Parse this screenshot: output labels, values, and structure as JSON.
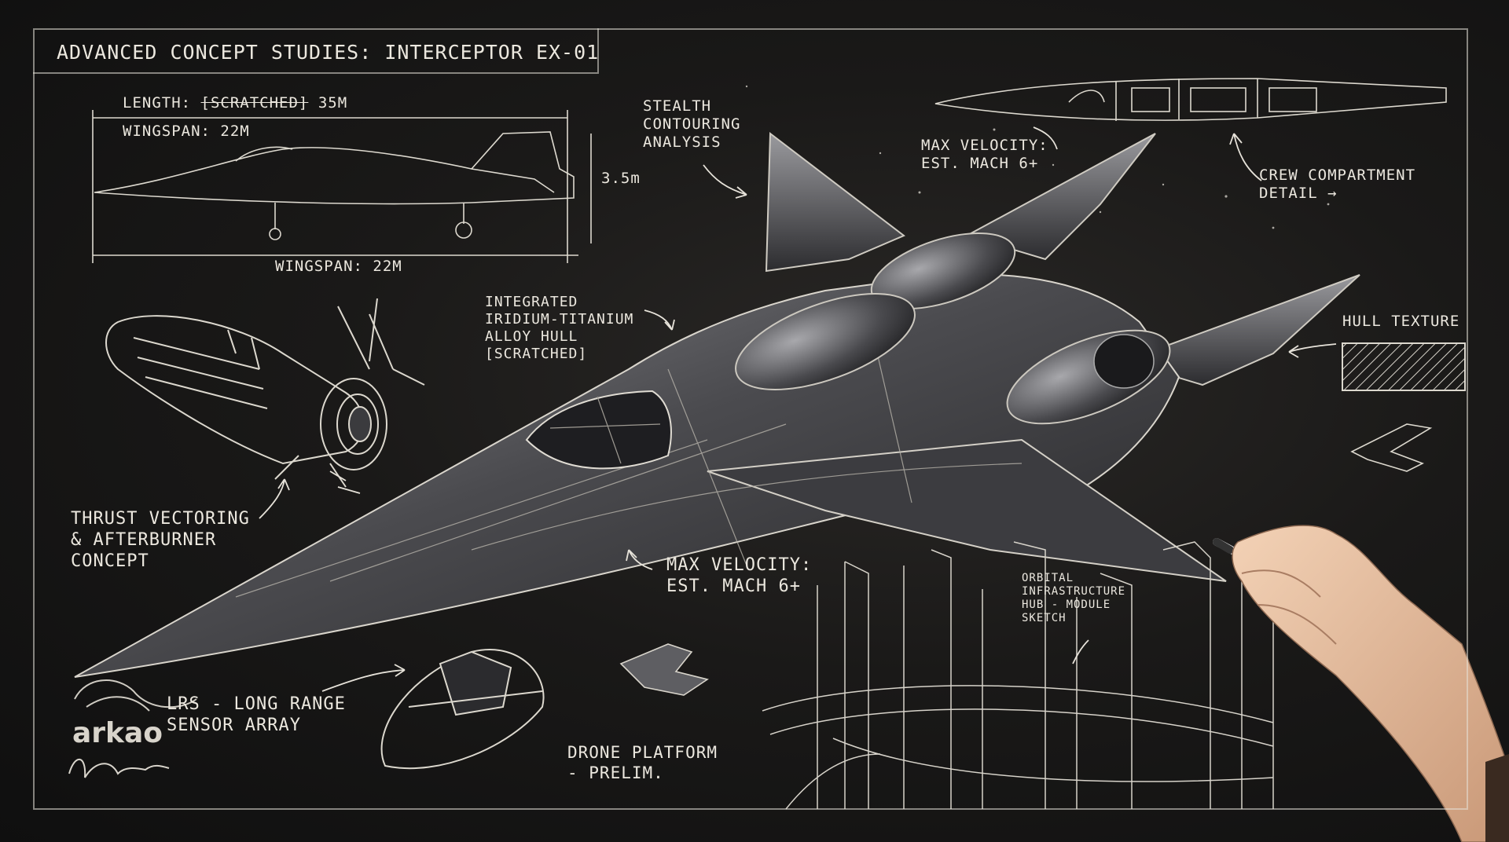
{
  "title": "ADVANCED CONCEPT STUDIES: INTERCEPTOR EX-01",
  "specs": {
    "length_label": "LENGTH:",
    "length_scratched": "[SCRATCHED]",
    "length_value": "35m",
    "wingspan_top": "WINGSPAN: 22m",
    "height": "3.5m",
    "wingspan_bottom": "WINGSPAN: 22m"
  },
  "annotations": {
    "stealth": [
      "STEALTH",
      "CONTOURING",
      "ANALYSIS"
    ],
    "max_velocity_top": [
      "MAX VELOCITY:",
      "EST. MACH 6+"
    ],
    "crew": [
      "CREW COMPARTMENT",
      "DETAIL →"
    ],
    "hull_alloy": [
      "INTEGRATED",
      "IRIDIUM-TITANIUM",
      "ALLOY HULL",
      "[SCRATCHED]"
    ],
    "hull_texture": "HULL TEXTURE",
    "thrust": [
      "THRUST VECTORING",
      "& AFTERBURNER",
      "CONCEPT"
    ],
    "max_velocity_mid": [
      "MAX VELOCITY:",
      "EST. MACH 6+"
    ],
    "orbital": [
      "ORBITAL",
      "INFRASTRUCTURE",
      "HUB - MODULE",
      "SKETCH"
    ],
    "lrs": [
      "LRS - LONG RANGE",
      "SENSOR ARRAY"
    ],
    "drone": [
      "DRONE PLATFORM",
      "- PRELIM."
    ]
  },
  "logo_text": "arkao",
  "colors": {
    "background": "#151414",
    "chalk": "#ece8df",
    "metal": "#6b6b6e"
  }
}
